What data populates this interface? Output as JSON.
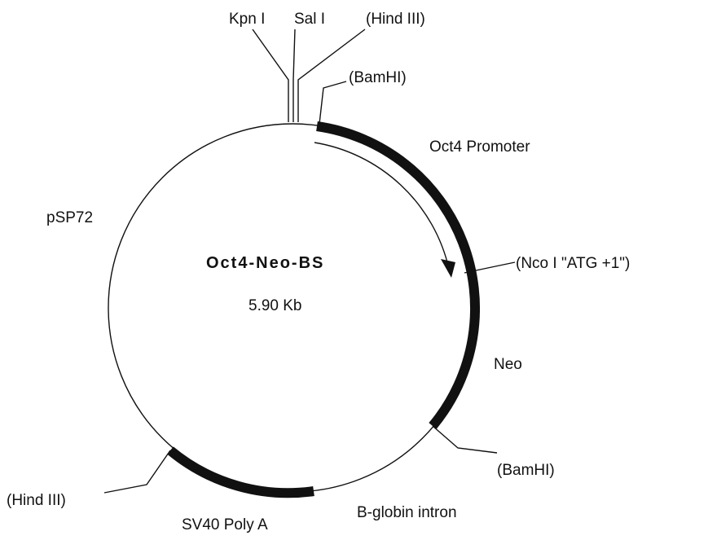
{
  "plasmid": {
    "name": "Oct4-Neo-BS",
    "size": "5.90 Kb"
  },
  "labels": {
    "kpn": "Kpn I",
    "sal": "Sal I",
    "hind_top": "(Hind III)",
    "bam_top": "(BamHI)",
    "oct4_promoter": "Oct4  Promoter",
    "psp72": "pSP72",
    "nco": "(Nco I  \"ATG +1\")",
    "neo": "Neo",
    "bam_bottom": "(BamHI)",
    "hind_bottom": "(Hind III)",
    "sv40": "SV40 Poly A",
    "bglobin": "B-globin  intron"
  }
}
